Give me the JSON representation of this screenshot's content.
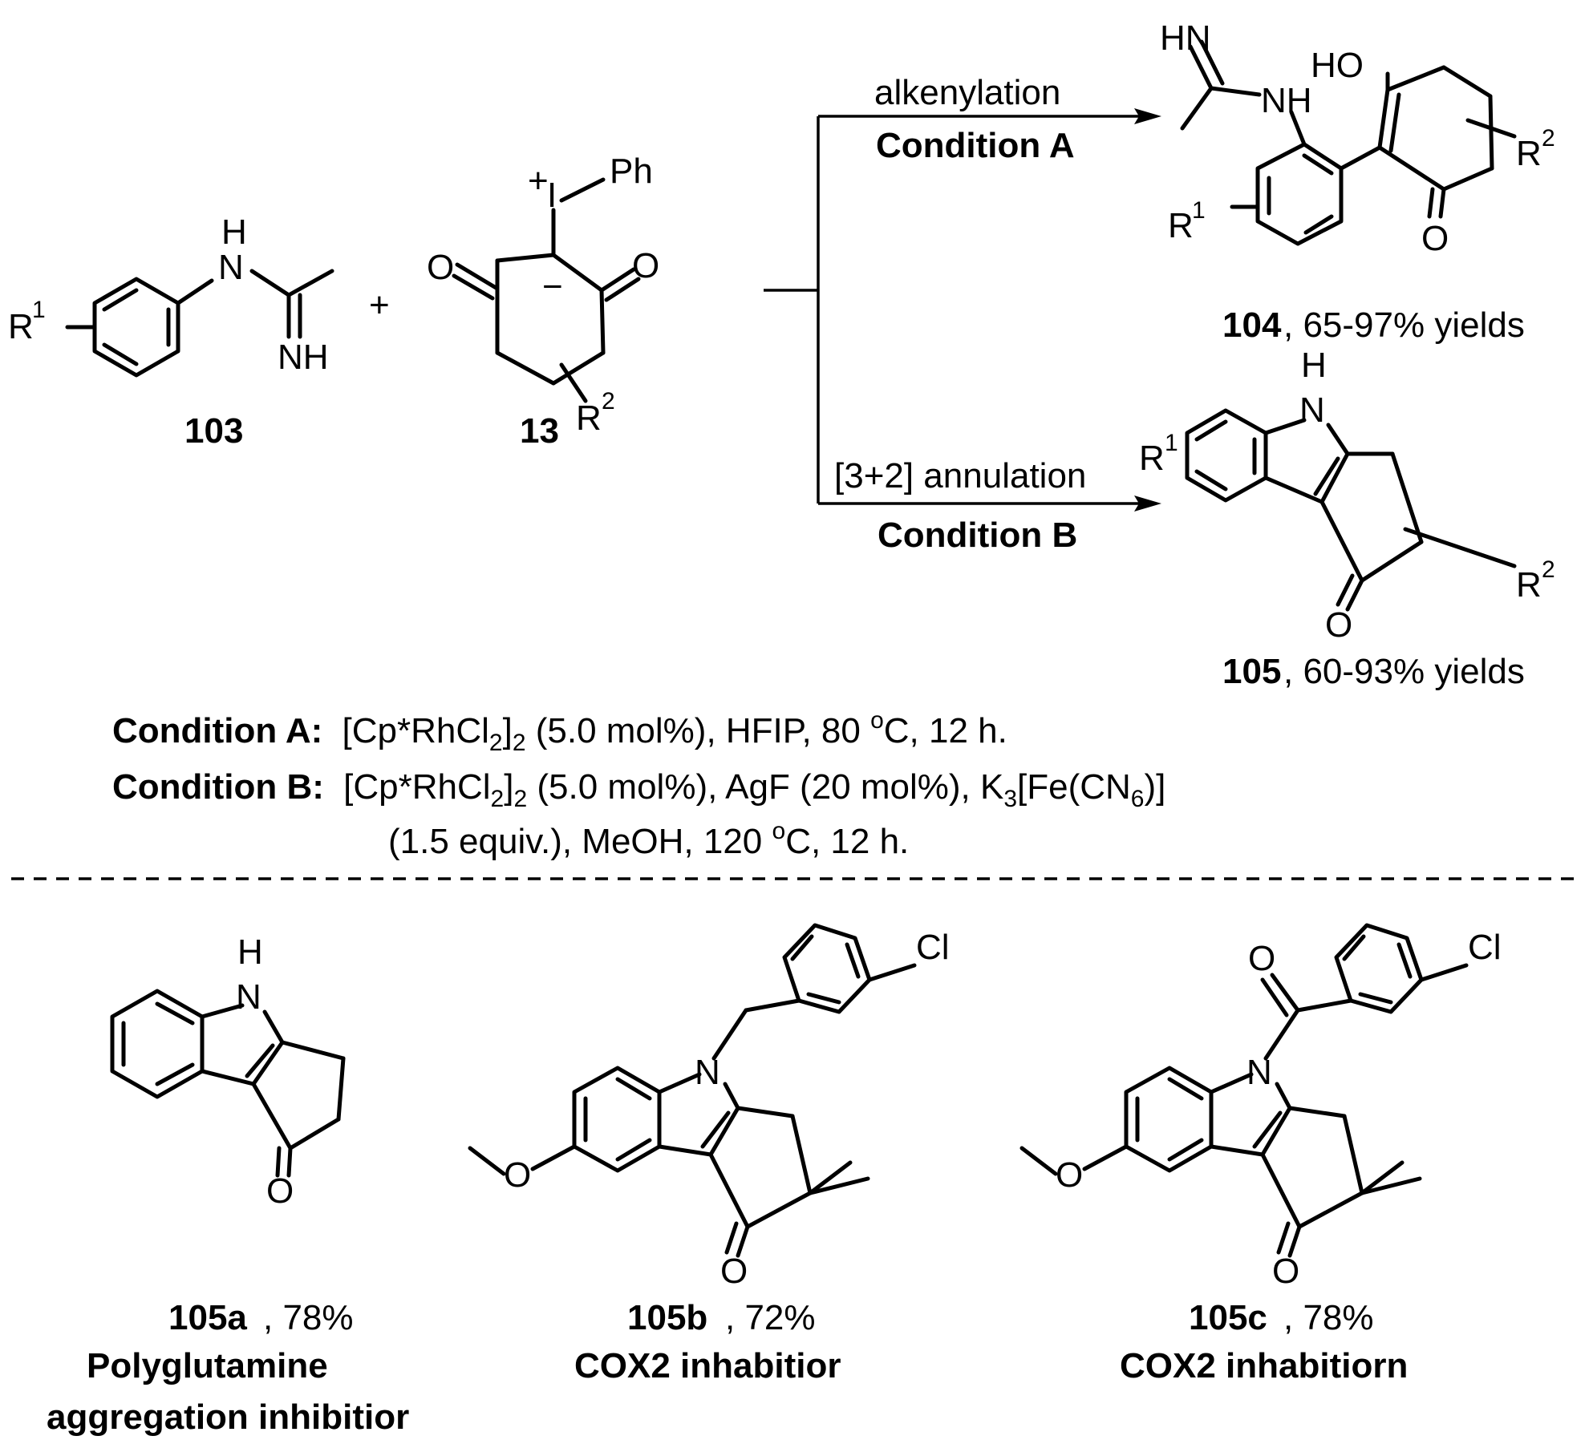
{
  "reactants": {
    "amidine_number": "103",
    "iodonium_number": "13",
    "plus": "+",
    "r1": "R",
    "r1_sup": "1",
    "r2": "R",
    "r2_sup": "2",
    "nh": "NH",
    "h": "H",
    "n": "N",
    "o": "O",
    "iodine_plus": "+",
    "iodine": "I",
    "ph": "Ph",
    "minus": "−"
  },
  "arrows": {
    "top_label": "alkenylation",
    "top_condition": "Condition A",
    "bottom_label": "[3+2] annulation",
    "bottom_condition": "Condition B"
  },
  "products": {
    "p104_number": "104",
    "p104_yield": ", 65-97% yields",
    "p105_number": "105",
    "p105_yield": ", 60-93% yields",
    "hn": "HN",
    "nh": "NH",
    "ho": "HO",
    "h": "H",
    "n": "N",
    "o": "O",
    "r": "R",
    "sup1": "1",
    "sup2": "2"
  },
  "conditions": {
    "a_label": "Condition A:",
    "a_text": "[Cp*RhCl",
    "a_sub": "2",
    "a_bracket": "]",
    "a_rest": " (5.0 mol%), HFIP, 80 ",
    "a_deg": "o",
    "a_end": "C, 12 h.",
    "b_label": "Condition B:",
    "b_text": "[Cp*RhCl",
    "b_sub": "2",
    "b_bracket": "]",
    "b_rest": " (5.0 mol%), AgF (20 mol%),  K",
    "b_sub2": "3",
    "b_fe": "[Fe(CN",
    "b_sub3": "6",
    "b_close": ")]",
    "b_line2": "(1.5 equiv.), MeOH, 120 ",
    "b_deg": "o",
    "b_end": "C, 12 h."
  },
  "examples": [
    {
      "number": "105a",
      "yield": ", 78%",
      "desc1": "Polyglutamine",
      "desc2": "aggregation inhibitior"
    },
    {
      "number": "105b",
      "yield": ", 72%",
      "desc1": "COX2 inhabitior"
    },
    {
      "number": "105c",
      "yield": ", 78%",
      "desc1": "COX2 inhabitiorn"
    }
  ],
  "atoms": {
    "h": "H",
    "n": "N",
    "o": "O",
    "cl": "Cl"
  }
}
